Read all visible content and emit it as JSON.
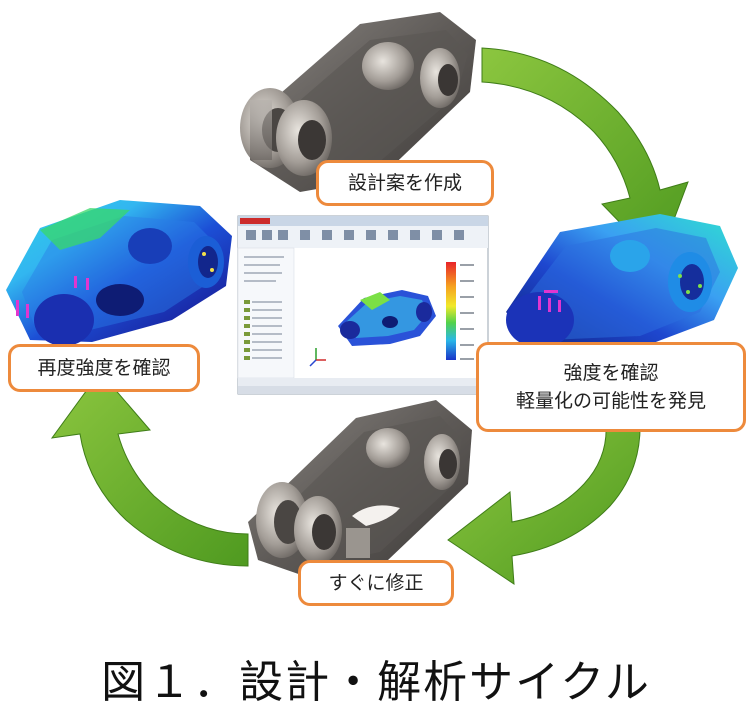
{
  "labels": {
    "create": "設計案を作成",
    "check_line1": "強度を確認",
    "check_line2": "軽量化の可能性を発見",
    "modify": "すぐに修正",
    "recheck": "再度強度を確認"
  },
  "caption": "図１．設計・解析サイクル",
  "colors": {
    "arrow_green": "#6aab2e",
    "label_border": "#ed8a3c",
    "part_gray": "#6e6a66"
  },
  "icons": [
    "bracket-part-gray",
    "bracket-part-stress",
    "cad-software-window",
    "cycle-arrow"
  ]
}
